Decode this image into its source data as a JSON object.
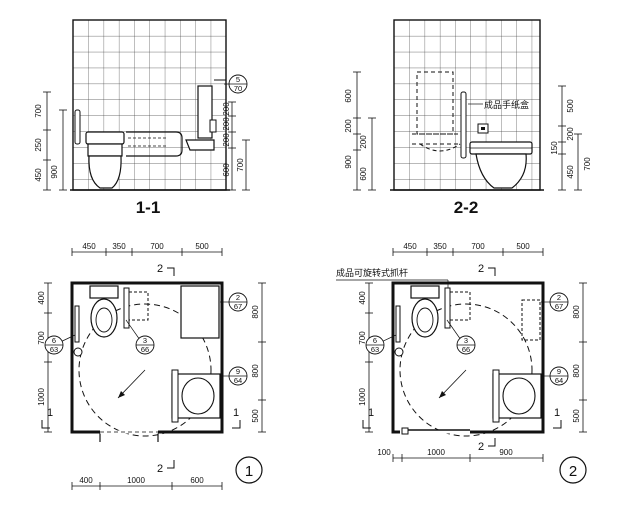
{
  "elevation_1": {
    "title": "1-1",
    "dims_left_outer": [
      "700",
      "250",
      "450"
    ],
    "dims_left_inner": "900",
    "dims_right": [
      "200",
      "200",
      "200",
      "600",
      "700"
    ],
    "callout_top": "5",
    "callout_bottom": "70"
  },
  "elevation_2": {
    "title": "2-2",
    "dims_left": [
      "600",
      "200",
      "200",
      "900",
      "600"
    ],
    "dims_right": [
      "500",
      "200",
      "150",
      "450",
      "700"
    ],
    "note_paper_box": "成品手纸盒"
  },
  "plan_1": {
    "number": "1",
    "dims_top": [
      "450",
      "350",
      "700",
      "500"
    ],
    "dims_bottom": [
      "400",
      "1000",
      "600"
    ],
    "dims_left": [
      "400",
      "700",
      "1000"
    ],
    "dims_right": [
      "800",
      "800",
      "500"
    ],
    "section_2": "2",
    "section_1": "1",
    "callouts": [
      {
        "top": "2",
        "bottom": "67"
      },
      {
        "top": "6",
        "bottom": "63"
      },
      {
        "top": "3",
        "bottom": "66"
      },
      {
        "top": "9",
        "bottom": "64"
      }
    ]
  },
  "plan_2": {
    "number": "2",
    "dims_top": [
      "450",
      "350",
      "700",
      "500"
    ],
    "dims_bottom": [
      "100",
      "1000",
      "900"
    ],
    "dims_left": [
      "400",
      "700",
      "1000"
    ],
    "dims_right": [
      "800",
      "800",
      "500"
    ],
    "section_2": "2",
    "section_1": "1",
    "note_grab_bar": "成品可旋转式抓杆",
    "callouts": [
      {
        "top": "2",
        "bottom": "67"
      },
      {
        "top": "6",
        "bottom": "63"
      },
      {
        "top": "3",
        "bottom": "66"
      },
      {
        "top": "9",
        "bottom": "64"
      }
    ]
  }
}
